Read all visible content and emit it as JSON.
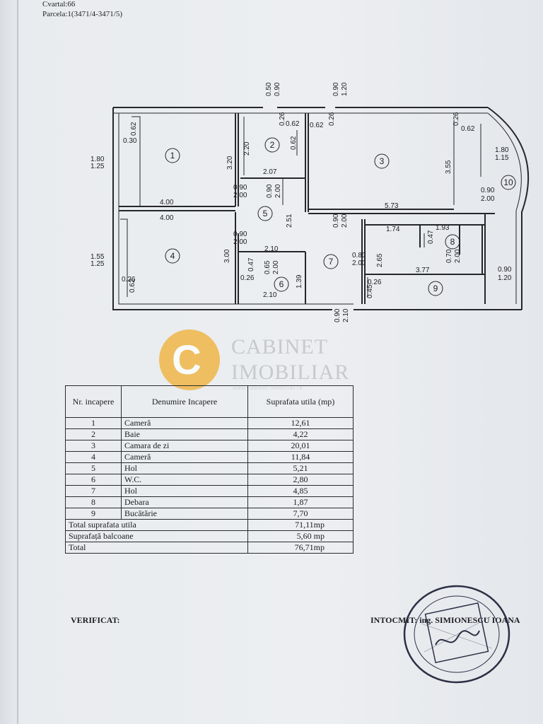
{
  "header": {
    "line1": "Cvartal:66",
    "line2": "Parcela:1(3471/4-3471/5)"
  },
  "plan": {
    "rooms": [
      "1",
      "2",
      "3",
      "4",
      "5",
      "6",
      "7",
      "8",
      "9",
      "10"
    ],
    "dims": {
      "d1": "0.50",
      "d2": "0.90",
      "d3": "0.90",
      "d4": "1.20",
      "d5": "0.26",
      "d6": "0.62",
      "d7": "0.62",
      "d8": "0.26",
      "d9": "0.26",
      "d10": "0.62",
      "d11": "0.62",
      "d12": "0.30",
      "d13": "2.20",
      "d14": "0.62",
      "d15": "3.20",
      "d16": "1.80",
      "d17": "1.25",
      "d18": "1.80",
      "d19": "1.15",
      "d20": "2.07",
      "d21": "3.55",
      "d22": "0.90",
      "d23": "2.00",
      "d24": "0.90",
      "d25": "2.00",
      "d26": "0.90",
      "d27": "2.00",
      "d28": "4.00",
      "d29": "4.00",
      "d30": "5.73",
      "d31": "2.51",
      "d32": "0.90",
      "d33": "2.00",
      "d34": "1.74",
      "d35": "1.93",
      "d36": "0.90",
      "d37": "2.00",
      "d38": "0.47",
      "d39": "1.55",
      "d40": "1.25",
      "d41": "3.00",
      "d42": "2.10",
      "d43": "0.47",
      "d44": "0.26",
      "d45": "0.65",
      "d46": "2.00",
      "d47": "0.70",
      "d48": "2.00",
      "d49": "0.80",
      "d50": "2.00",
      "d51": "2.65",
      "d52": "3.77",
      "d53": "0.90",
      "d54": "1.20",
      "d55": "0.26",
      "d56": "0.62",
      "d57": "1.39",
      "d58": "0.26",
      "d59": "0.45",
      "d60": "2.10",
      "d61": "0.90",
      "d62": "2.10"
    }
  },
  "watermark": {
    "logo_letter": "C",
    "line1": "CABINET",
    "line2": "IMOBILIAR",
    "sub": "www.cabinet-imobiliar.ro"
  },
  "table": {
    "headers": [
      "Nr. incapere",
      "Denumire Incapere",
      "Suprafata utila (mp)"
    ],
    "rows": [
      {
        "nr": "1",
        "name": "Cameră",
        "area": "12,61"
      },
      {
        "nr": "2",
        "name": "Baie",
        "area": "4,22"
      },
      {
        "nr": "3",
        "name": "Camara de zi",
        "area": "20,01"
      },
      {
        "nr": "4",
        "name": "Cameră",
        "area": "11,84"
      },
      {
        "nr": "5",
        "name": "Hol",
        "area": "5,21"
      },
      {
        "nr": "6",
        "name": "W.C.",
        "area": "2,80"
      },
      {
        "nr": "7",
        "name": "Hol",
        "area": "4,85"
      },
      {
        "nr": "8",
        "name": "Debara",
        "area": "1,87"
      },
      {
        "nr": "9",
        "name": "Bucătărie",
        "area": "7,70"
      }
    ],
    "totals": [
      {
        "label": "Total  suprafata utila",
        "value": "71,11mp"
      },
      {
        "label": "Suprafață balcoane",
        "value": "5,60 mp"
      },
      {
        "label": "Total",
        "value": "76,71mp"
      }
    ]
  },
  "footer": {
    "verified": "VERIFICAT:",
    "author": "INTOCMIT:  ing. SIMIONESCU IOANA"
  },
  "colors": {
    "ink": "#1d1d22",
    "paper": "#eceef1",
    "logo": "#f0b23a"
  }
}
